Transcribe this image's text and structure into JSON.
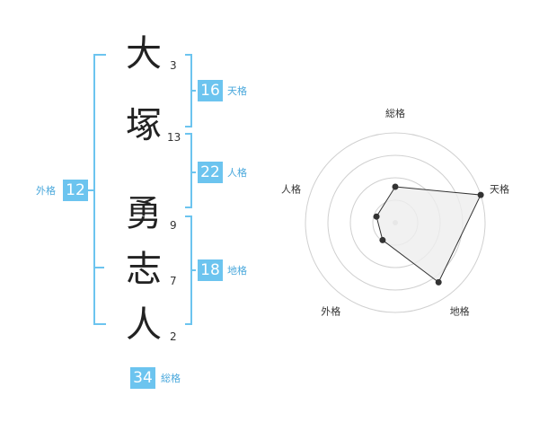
{
  "name": {
    "characters": [
      {
        "char": "大",
        "strokes": "3"
      },
      {
        "char": "塚",
        "strokes": "13"
      },
      {
        "char": "勇",
        "strokes": "9"
      },
      {
        "char": "志",
        "strokes": "7"
      },
      {
        "char": "人",
        "strokes": "2"
      }
    ]
  },
  "kaku": {
    "tenkaku": {
      "value": "16",
      "label": "天格"
    },
    "jinkaku": {
      "value": "22",
      "label": "人格"
    },
    "chikaku": {
      "value": "18",
      "label": "地格"
    },
    "gaikaku": {
      "value": "12",
      "label": "外格"
    },
    "soukaku": {
      "value": "34",
      "label": "総格"
    }
  },
  "colors": {
    "accent": "#6cc4ef",
    "accent_text": "#4aa8dc",
    "polygon_fill": "#eeeeee"
  },
  "chart_data": {
    "type": "radar",
    "axes": [
      "総格",
      "天格",
      "地格",
      "外格",
      "人格"
    ],
    "values": [
      0.4,
      1.0,
      0.82,
      0.24,
      0.22
    ],
    "range": [
      0,
      1
    ],
    "rings": 4
  }
}
